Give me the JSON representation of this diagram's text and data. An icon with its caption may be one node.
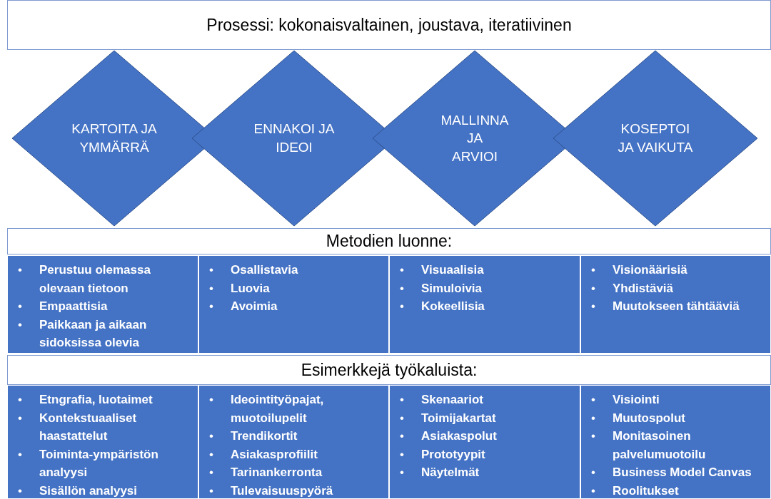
{
  "diagram": {
    "nodes": [
      {
        "text": [
          "Prosessi: kokonaisvaltainen, joustava, iteratiivinen"
        ]
      },
      {
        "text": [
          "KARTOITA JA YMMÄRRÄ"
        ]
      },
      {
        "text": [
          "ENNAKOI JA IDEOI"
        ]
      },
      {
        "text": [
          "MALLINNA JA ARVIOI"
        ]
      },
      {
        "text": [
          "KOSEPTOI JA VAIKUTA"
        ]
      },
      {
        "text": [
          "Metodien luonne:"
        ]
      },
      {
        "text": [
          "Perustuu olemassa olevaan tietoon",
          "Empaattisia",
          "Paikkaan ja aikaan sidoksissa olevia"
        ]
      },
      {
        "text": [
          "Osallistavia",
          "Luovia",
          "Avoimia"
        ]
      },
      {
        "text": [
          "Visuaalisia",
          "Simuloivia",
          "Kokeellisia"
        ]
      },
      {
        "text": [
          "Visionäärisiä",
          "Yhdistäviä",
          "Muutokseen  tähtääviä"
        ]
      },
      {
        "text": [
          "Esimerkkejä työkaluista:"
        ]
      },
      {
        "text": [
          "Etngrafia, luotaimet",
          "Kontekstuaaliset haastattelut",
          "Toiminta-ympäristön analyysi",
          "Sisällön analyysi"
        ]
      },
      {
        "text": [
          "Ideointityöpajat, muotoilupelit",
          "Trendikortit",
          "Asiakasprofiilit",
          "Tarinankerronta",
          "Tulevaisuuspyörä"
        ]
      },
      {
        "text": [
          "Skenaariot",
          "Toimijakartat",
          "Asiakaspolut",
          "Prototyypit",
          "Näytelmät"
        ]
      },
      {
        "text": [
          "Visiointi",
          "Muutospolut",
          "Monitasoinen palvelumuotoilu",
          "Business Model Canvas",
          "Roolitukset"
        ]
      }
    ],
    "labels": [
      "•",
      "•",
      "•",
      "•",
      "•",
      "•",
      "•",
      "•",
      "•",
      "•",
      "•",
      "•",
      "•",
      "•",
      "•",
      "•",
      "•",
      "•",
      "•",
      "•",
      "•",
      "•",
      "•",
      "•",
      "•",
      "•",
      "•",
      "•",
      "•",
      "•",
      "•"
    ]
  }
}
